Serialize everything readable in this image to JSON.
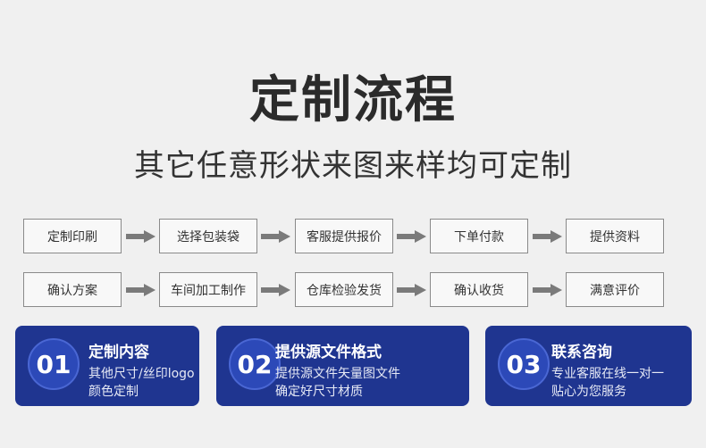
{
  "title": "定制流程",
  "subtitle": "其它任意形状来图来样均可定制",
  "steps_row1": [
    "定制印刷",
    "选择包装袋",
    "客服提供报价",
    "下单付款",
    "提供资料"
  ],
  "steps_row2": [
    "确认方案",
    "车间加工制作",
    "仓库检验发货",
    "确认收货",
    "满意评价"
  ],
  "cards": [
    {
      "number": "01",
      "title": "定制内容",
      "line1": "其他尺寸/丝印logo",
      "line2": "颜色定制"
    },
    {
      "number": "02",
      "title": "提供源文件格式",
      "line1": "提供源文件矢量图文件",
      "line2": "确定好尺寸材质"
    },
    {
      "number": "03",
      "title": "联系咨询",
      "line1": "专业客服在线一对一",
      "line2": "贴心为您服务"
    }
  ],
  "colors": {
    "card_bg": "#1f3590",
    "arrow": "#7a7a7a",
    "background": "#f0f0f0"
  }
}
